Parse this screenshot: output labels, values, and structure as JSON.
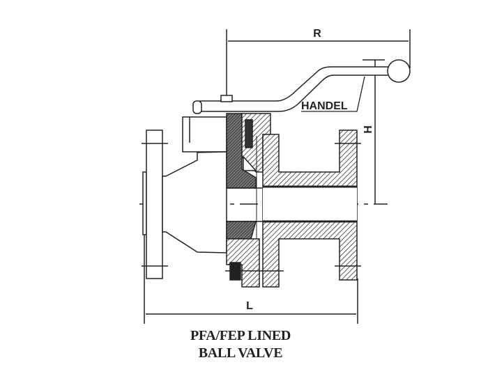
{
  "diagram": {
    "dimensions": {
      "r_label": "R",
      "h_label": "H",
      "l_label": "L"
    },
    "callout": {
      "handle_label": "HANDEL"
    },
    "caption": {
      "line1": "PFA/FEP LINED",
      "line2": "BALL VALVE"
    },
    "colors": {
      "ink": "#222222",
      "background": "#ffffff"
    }
  }
}
